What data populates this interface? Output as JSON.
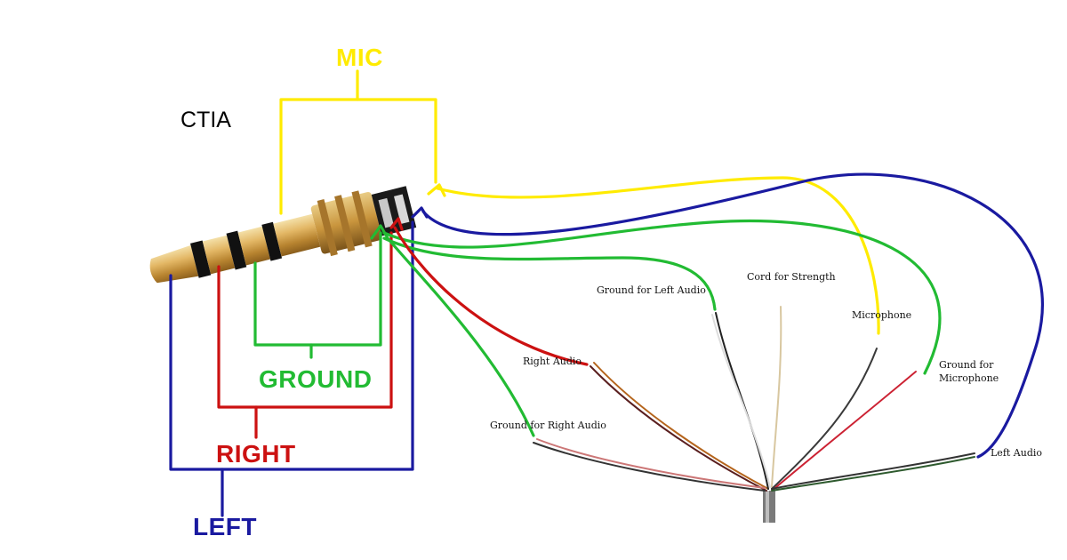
{
  "standard": "CTIA",
  "signals": {
    "mic": "MIC",
    "ground": "GROUND",
    "right": "RIGHT",
    "left": "LEFT"
  },
  "wire_labels": {
    "ground_left_audio": "Ground for Left Audio",
    "cord_strength": "Cord for Strength",
    "microphone": "Microphone",
    "ground_microphone_line1": "Ground for",
    "ground_microphone_line2": "Microphone",
    "right_audio": "Right Audio",
    "ground_right_audio": "Ground for Right Audio",
    "left_audio": "Left Audio"
  },
  "colors": {
    "mic": "#ffeb00",
    "ground": "#22bb33",
    "right": "#cc1111",
    "left": "#1a1aa0",
    "plug_gold": "#d9a84a",
    "ring_black": "#111111"
  }
}
